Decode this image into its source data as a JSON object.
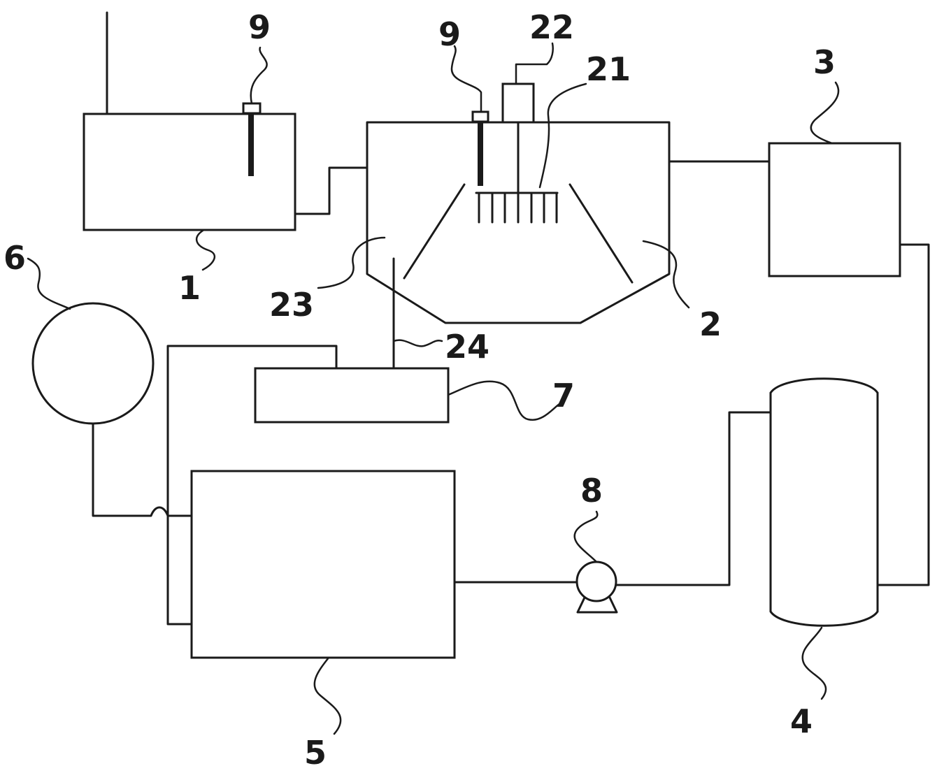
{
  "labels": {
    "unit1": "1",
    "unit2": "2",
    "unit3": "3",
    "unit4": "4",
    "unit5": "5",
    "unit6": "6",
    "unit7": "7",
    "unit8": "8",
    "sensor9_left": "9",
    "sensor9_right": "9",
    "part21": "21",
    "part22": "22",
    "part23": "23",
    "part24": "24"
  },
  "colors": {
    "stroke": "#1a1a1a",
    "background": "#ffffff"
  }
}
